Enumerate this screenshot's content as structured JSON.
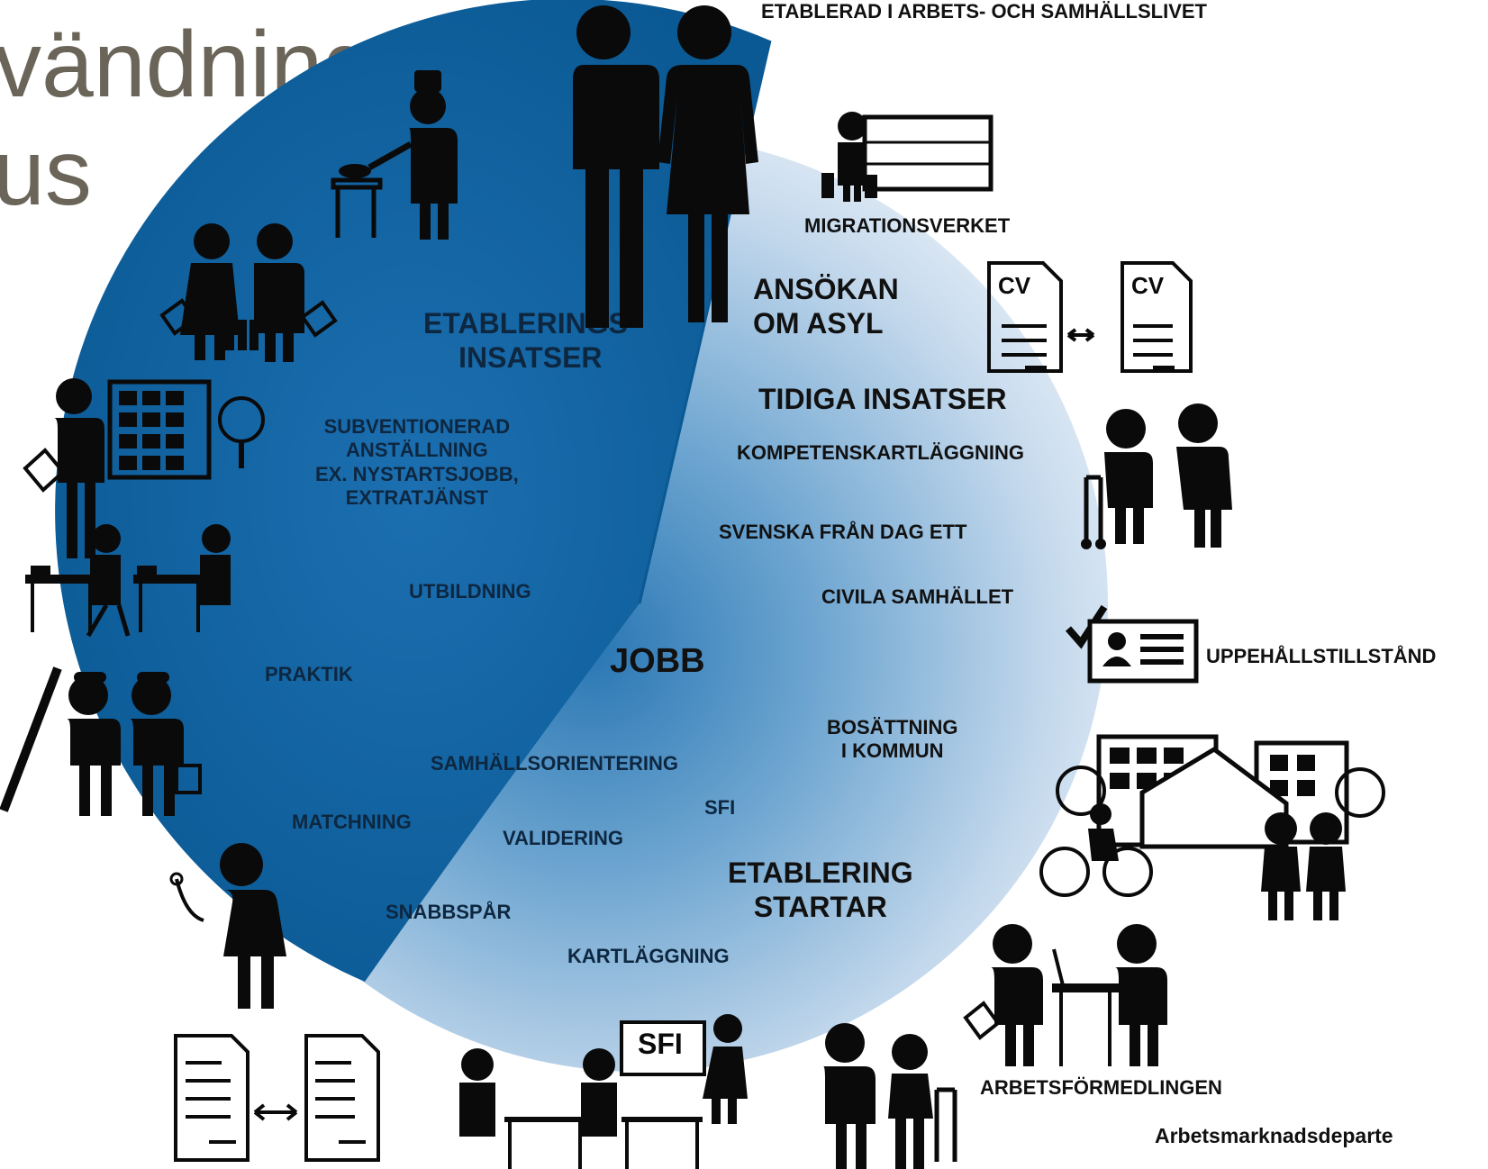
{
  "title": {
    "line1": "vändning",
    "line2": "us"
  },
  "top_label": "ETABLERAD I ARBETS- OCH SAMHÄLLSLIVET",
  "sections": {
    "etablerings_insatser": "ETABLERINGS-\nINSATSER",
    "ansokan_om_asyl": "ANSÖKAN\nOM ASYL",
    "tidiga_insatser": "TIDIGA INSATSER",
    "etablering_startar": "ETABLERING\nSTARTAR",
    "jobb": "JOBB"
  },
  "steps": {
    "subventionerad": "SUBVENTIONERAD\nANSTÄLLNING\nEX. NYSTARTSJOBB,\nEXTRATJÄNST",
    "utbildning": "UTBILDNING",
    "praktik": "PRAKTIK",
    "samhallsorientering": "SAMHÄLLSORIENTERING",
    "sfi": "SFI",
    "matchning": "MATCHNING",
    "validering": "VALIDERING",
    "snabbspar": "SNABBSPÅR",
    "kartlaggning": "KARTLÄGGNING",
    "kompetenskartlaggning": "KOMPETENSKARTLÄGGNING",
    "svenska_fran_dag_ett": "SVENSKA FRÅN DAG ETT",
    "civila_samhallet": "CIVILA SAMHÄLLET",
    "bosattning": "BOSÄTTNING\nI KOMMUN"
  },
  "actors": {
    "migrationsverket": "MIGRATIONSVERKET",
    "uppehallstillstand": "UPPEHÅLLSTILLSTÅND",
    "arbetsformedlingen": "ARBETSFÖRMEDLINGEN"
  },
  "icon_text": {
    "cv": "CV",
    "sfi_board": "SFI"
  },
  "footer": "Arbetsmarknadsdeparte",
  "colors": {
    "pie_dark": "#0b5f9c",
    "pie_light": "#dbe8f4",
    "icons": "#0a0a0a",
    "title": "#6b6559"
  },
  "icons": [
    "person-pair-icon",
    "chef-icon",
    "shopping-couple-icon",
    "worker-building-icon",
    "students-desk-icon",
    "construction-workers-icon",
    "doctor-icon",
    "document-compare-icon",
    "classroom-icon",
    "teacher-board-icon",
    "elderly-helper-icon",
    "office-meeting-icon",
    "housing-icon",
    "residence-card-icon",
    "caregiver-icon",
    "cv-compare-icon",
    "migration-office-icon"
  ]
}
